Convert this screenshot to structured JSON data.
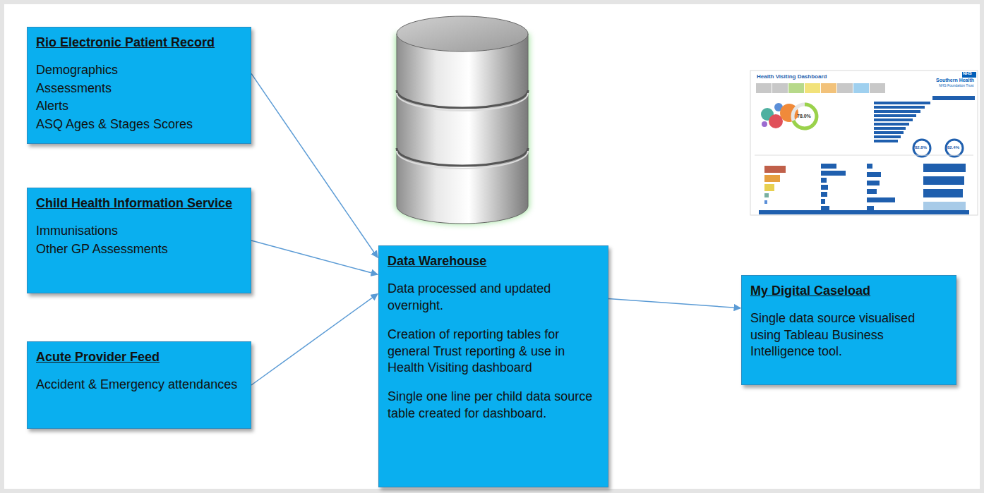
{
  "diagram": {
    "nodes": [
      {
        "text": [
          "Rio Electronic Patient Record",
          "Demographics",
          "Assessments",
          "Alerts",
          "ASQ Ages & Stages Scores"
        ]
      },
      {
        "text": [
          "Child Health Information Service",
          "Immunisations",
          "Other GP Assessments"
        ]
      },
      {
        "text": [
          "Acute Provider Feed",
          "Accident & Emergency attendances"
        ]
      },
      {
        "text": [
          "Data Warehouse",
          "Data processed and updated overnight.",
          "Creation of reporting tables for general Trust reporting & use in Health Visiting dashboard",
          "Single one line per child data source table created for dashboard."
        ]
      },
      {
        "text": [
          "My Digital Caseload",
          "Single data source visualised using Tableau Business Intelligence tool."
        ]
      }
    ],
    "edges": [
      {
        "from": 0,
        "to": 3,
        "arrow": "to"
      },
      {
        "from": 1,
        "to": 3,
        "arrow": "to"
      },
      {
        "from": 2,
        "to": 3,
        "arrow": "to"
      },
      {
        "from": 3,
        "to": 4,
        "arrow": "to"
      }
    ],
    "labels": [
      "Health Visiting Dashboard",
      "NHS",
      "Southern Health",
      "NHS Foundation Trust",
      "78.0%",
      "82.8%",
      "82.4%"
    ]
  }
}
